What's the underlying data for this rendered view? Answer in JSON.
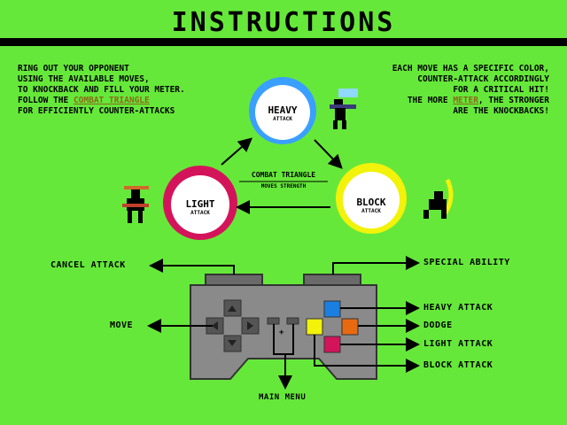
{
  "title": "INSTRUCTIONS",
  "intro_left": {
    "lines": [
      "RING OUT YOUR OPPONENT",
      "USING THE AVAILABLE MOVES,",
      "TO KNOCKBACK AND FILL YOUR METER.",
      "FOLLOW THE",
      "FOR EFFICIENTLY COUNTER-ATTACKS"
    ],
    "highlight": "COMBAT TRIANGLE"
  },
  "intro_right": {
    "lines": [
      "EACH MOVE HAS A SPECIFIC COLOR,",
      "COUNTER-ATTACK ACCORDINGLY",
      "FOR A CRITICAL HIT!",
      "THE MORE",
      ", THE STRONGER",
      "ARE THE KNOCKBACKS!"
    ],
    "highlight": "METER"
  },
  "triangle": {
    "heavy": {
      "name": "HEAVY",
      "sub": "ATTACK",
      "color": "#3aa0ff"
    },
    "light": {
      "name": "LIGHT",
      "sub": "ATTACK",
      "color": "#d4145a"
    },
    "block": {
      "name": "BLOCK",
      "sub": "ATTACK",
      "color": "#f2f20a"
    },
    "title": "COMBAT TRIANGLE",
    "subtitle": "MOVES STRENGTH"
  },
  "controls": {
    "cancel_attack": "CANCEL ATTACK",
    "special_ability": "SPECIAL ABILITY",
    "move": "MOVE",
    "heavy_attack": "HEAVY ATTACK",
    "dodge": "DODGE",
    "light_attack": "LIGHT ATTACK",
    "block_attack": "BLOCK ATTACK",
    "main_menu": "MAIN MENU"
  },
  "colors": {
    "background": "#66e83a",
    "controller": "#8a8a8a",
    "button_blue": "#1a7fe0",
    "button_orange": "#e86a10",
    "button_yellow": "#f2f20a",
    "button_red": "#d4145a"
  }
}
